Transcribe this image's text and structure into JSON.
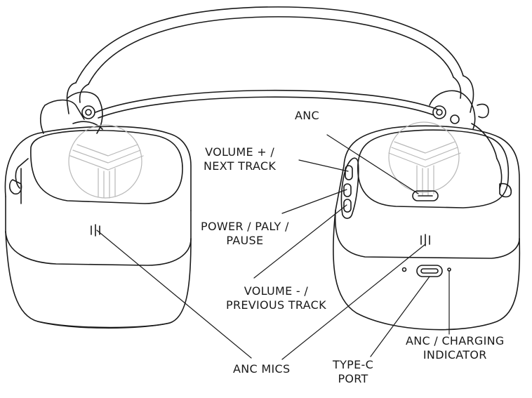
{
  "colors": {
    "stroke": "#1a1a1a",
    "logo": "#b8b8b8",
    "background": "#ffffff"
  },
  "labels": {
    "anc": [
      "ANC"
    ],
    "volume_up": [
      "VOLUME + /",
      "NEXT TRACK"
    ],
    "power": [
      "POWER / PALY /",
      "PAUSE"
    ],
    "volume_down": [
      "VOLUME - /",
      "PREVIOUS TRACK"
    ],
    "anc_mics": [
      "ANC MICS"
    ],
    "type_c": [
      "TYPE-C",
      "PORT"
    ],
    "indicator": [
      "ANC / CHARGING",
      "INDICATOR"
    ]
  }
}
